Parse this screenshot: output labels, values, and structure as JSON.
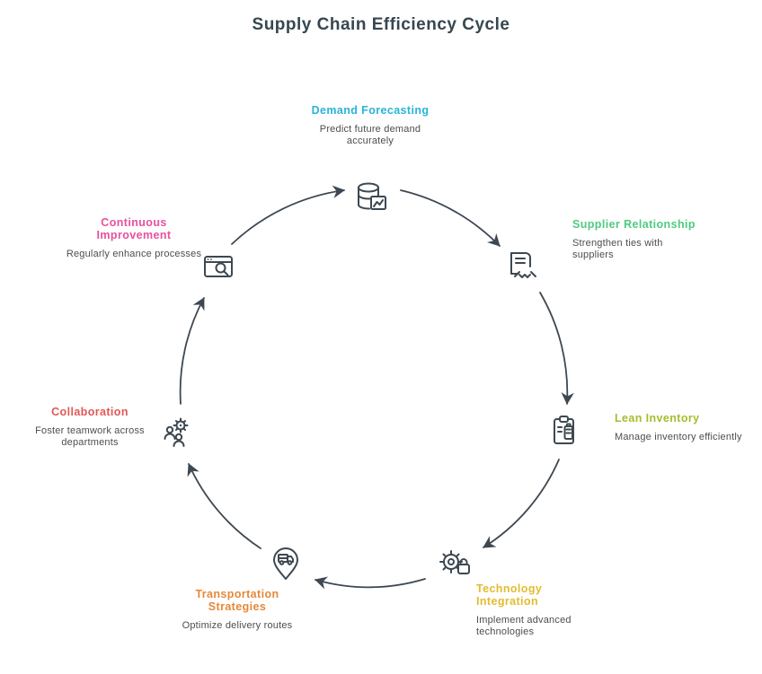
{
  "title": "Supply Chain Efficiency Cycle",
  "colors": {
    "ink": "#3d4852",
    "title": "#37474f",
    "description_text": "#4d4d4d",
    "background": "#ffffff"
  },
  "nodes": [
    {
      "id": "demand-forecasting",
      "label": "Demand Forecasting",
      "description": "Predict future demand accurately",
      "color": "#2ab3da",
      "icon": "database-chart-icon"
    },
    {
      "id": "supplier-relationship",
      "label": "Supplier Relationship",
      "description": "Strengthen ties with suppliers",
      "color": "#4ecb7f",
      "icon": "document-handshake-icon"
    },
    {
      "id": "lean-inventory",
      "label": "Lean Inventory",
      "description": "Manage inventory efficiently",
      "color": "#a9bc2c",
      "icon": "clipboard-inventory-icon"
    },
    {
      "id": "technology-integration",
      "label": "Technology Integration",
      "description": "Implement advanced technologies",
      "color": "#e3bc30",
      "icon": "gear-lock-icon"
    },
    {
      "id": "transportation-strategies",
      "label": "Transportation Strategies",
      "description": "Optimize delivery routes",
      "color": "#e5883a",
      "icon": "map-pin-truck-icon"
    },
    {
      "id": "collaboration",
      "label": "Collaboration",
      "description": "Foster teamwork across departments",
      "color": "#e25757",
      "icon": "team-gear-icon"
    },
    {
      "id": "continuous-improvement",
      "label": "Continuous Improvement",
      "description": "Regularly enhance processes",
      "color": "#e8509f",
      "icon": "browser-search-icon"
    }
  ],
  "arrows": [
    {
      "from": "continuous-improvement",
      "to": "demand-forecasting"
    },
    {
      "from": "demand-forecasting",
      "to": "supplier-relationship"
    },
    {
      "from": "supplier-relationship",
      "to": "lean-inventory"
    },
    {
      "from": "lean-inventory",
      "to": "technology-integration"
    },
    {
      "from": "technology-integration",
      "to": "transportation-strategies"
    },
    {
      "from": "transportation-strategies",
      "to": "collaboration"
    },
    {
      "from": "collaboration",
      "to": "continuous-improvement"
    }
  ]
}
